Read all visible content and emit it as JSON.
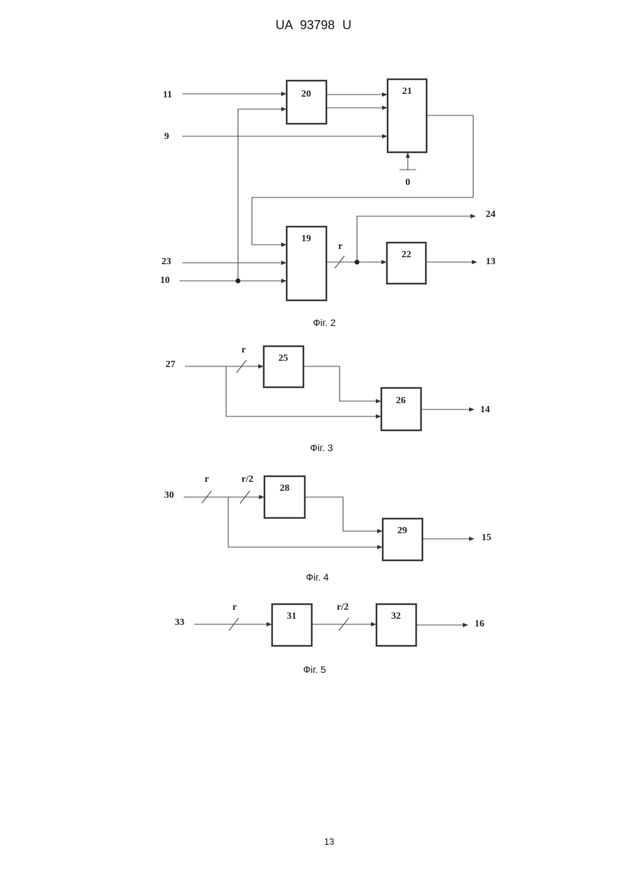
{
  "header": "UA   93798   U",
  "page_number": "13",
  "fig2": {
    "caption": "Фіг. 2",
    "blocks": [
      "20",
      "21",
      "19",
      "22"
    ],
    "inputs": [
      "11",
      "9",
      "23",
      "10"
    ],
    "outputs": [
      "24",
      "13"
    ],
    "zero": "0",
    "bus": "r"
  },
  "fig3": {
    "caption": "Фіг. 3",
    "blocks": [
      "25",
      "26"
    ],
    "input": "27",
    "output": "14",
    "bus": "r"
  },
  "fig4": {
    "caption": "Фіг. 4",
    "blocks": [
      "28",
      "29"
    ],
    "input": "30",
    "output": "15",
    "bus": "r",
    "bus_half": "r/2"
  },
  "fig5": {
    "caption": "Фіг. 5",
    "blocks": [
      "31",
      "32"
    ],
    "input": "33",
    "output": "16",
    "bus": "r",
    "bus_half": "r/2"
  }
}
